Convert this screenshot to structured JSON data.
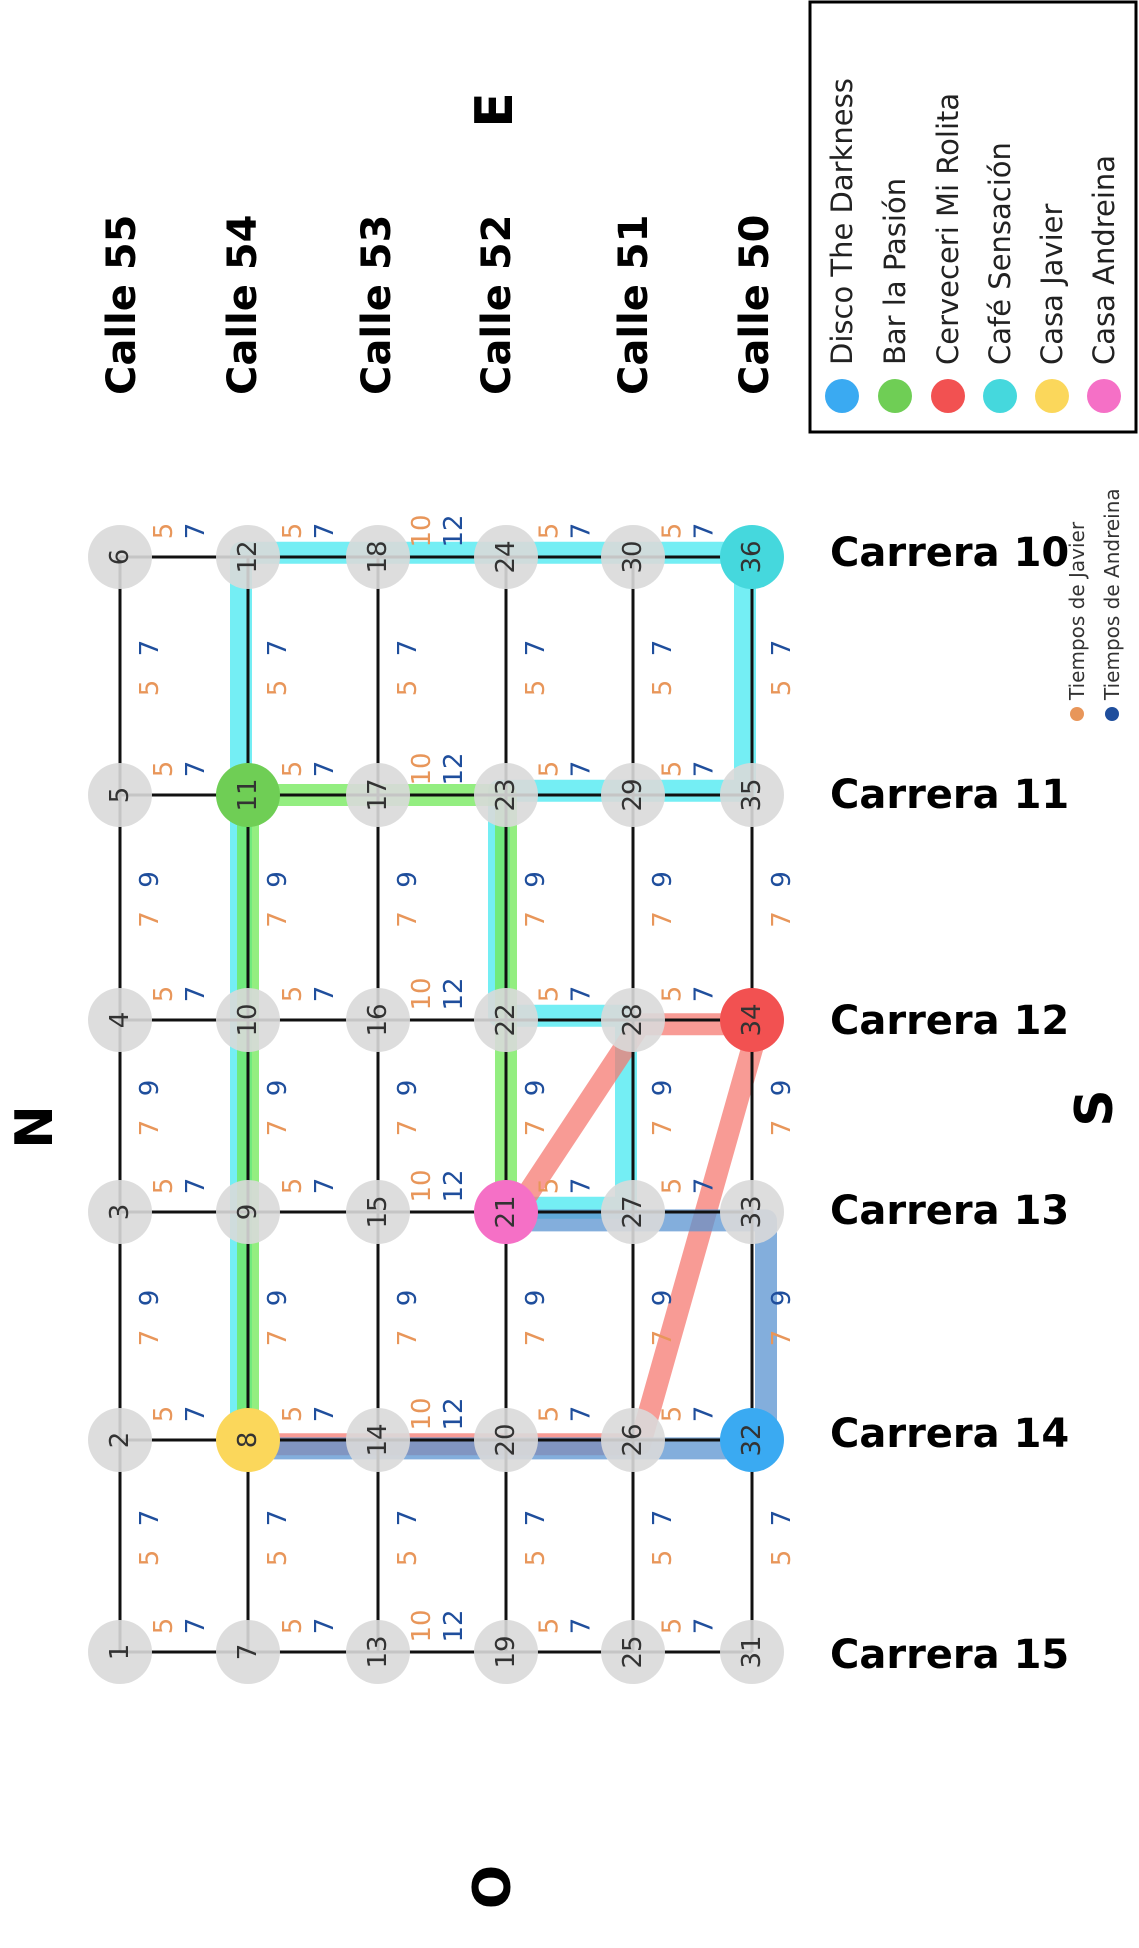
{
  "cardinals": {
    "north": "N",
    "south": "S",
    "east": "E",
    "west": "O"
  },
  "colors": {
    "grid_line": "#111111",
    "node_default": "#d9d9d9",
    "javier_time": "#e8965a",
    "andreina_time": "#1f4e9c"
  },
  "legend": {
    "places": [
      {
        "label": "Disco The Darkness",
        "color": "#3aaaf2"
      },
      {
        "label": "Bar la Pasión",
        "color": "#6fce55"
      },
      {
        "label": "Cerveceri Mi Rolita",
        "color": "#f25151"
      },
      {
        "label": "Café Sensación",
        "color": "#45d8dd"
      },
      {
        "label": "Casa Javier",
        "color": "#fbd75b"
      },
      {
        "label": "Casa Andreina",
        "color": "#f570c6"
      }
    ],
    "times": [
      {
        "label": "Tiempos de Javier",
        "color": "#e8965a"
      },
      {
        "label": "Tiempos de Andreina",
        "color": "#1f4e9c"
      }
    ]
  },
  "calles": [
    "Calle 55",
    "Calle 54",
    "Calle 53",
    "Calle 52",
    "Calle 51",
    "Calle 50"
  ],
  "carreras": [
    "Carrera 15",
    "Carrera 14",
    "Carrera 13",
    "Carrera 12",
    "Carrera 11",
    "Carrera 10"
  ],
  "nodes": [
    [
      "1",
      "2",
      "3",
      "4",
      "5",
      "6"
    ],
    [
      "7",
      "8",
      "9",
      "10",
      "11",
      "12"
    ],
    [
      "13",
      "14",
      "15",
      "16",
      "17",
      "18"
    ],
    [
      "19",
      "20",
      "21",
      "22",
      "23",
      "24"
    ],
    [
      "25",
      "26",
      "27",
      "28",
      "29",
      "30"
    ],
    [
      "31",
      "32",
      "33",
      "34",
      "35",
      "36"
    ]
  ],
  "highlighted_nodes": [
    {
      "node": "32",
      "place": 0
    },
    {
      "node": "11",
      "place": 1
    },
    {
      "node": "34",
      "place": 2
    },
    {
      "node": "36",
      "place": 3
    },
    {
      "node": "8",
      "place": 4
    },
    {
      "node": "21",
      "place": 5
    }
  ],
  "block_times": {
    "horizontal": [
      {
        "javier": "5",
        "andreina": "7"
      },
      {
        "javier": "5",
        "andreina": "7"
      },
      {
        "javier": "10",
        "andreina": "12"
      },
      {
        "javier": "5",
        "andreina": "7"
      },
      {
        "javier": "5",
        "andreina": "7"
      }
    ],
    "vertical": [
      {
        "javier": "5",
        "andreina": "7"
      },
      {
        "javier": "7",
        "andreina": "9"
      },
      {
        "javier": "7",
        "andreina": "9"
      },
      {
        "javier": "7",
        "andreina": "9"
      },
      {
        "javier": "5",
        "andreina": "7"
      },
      {
        "javier": "5",
        "andreina": "7"
      }
    ]
  },
  "routes": [
    {
      "name": "cafe-route",
      "color": "#45e8f0",
      "path": [
        "8",
        "11",
        "12",
        "18",
        "36",
        "35",
        "23",
        "22",
        "28",
        "27",
        "21"
      ]
    },
    {
      "name": "bar-route",
      "color": "#6fe855",
      "path": [
        "8",
        "11",
        "17",
        "23",
        "21"
      ]
    },
    {
      "name": "cerveceria-route",
      "color": "#f57a72",
      "path": [
        "8",
        "26",
        "34",
        "28",
        "21"
      ]
    },
    {
      "name": "disco-route",
      "color": "#5a93d0",
      "path": [
        "8",
        "26",
        "32",
        "33",
        "27",
        "21"
      ]
    }
  ]
}
